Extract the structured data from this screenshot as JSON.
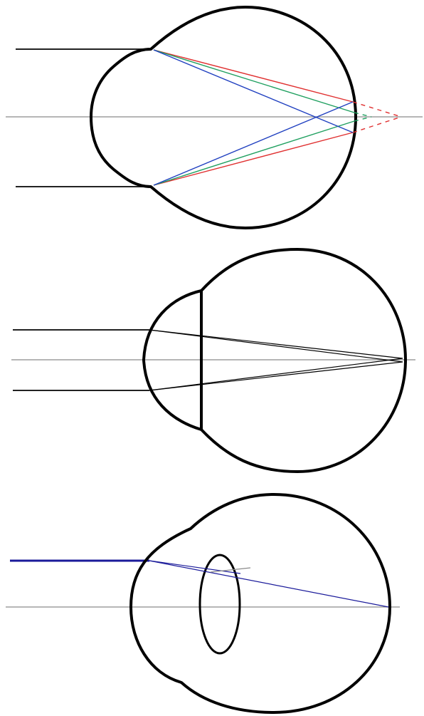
{
  "colors": {
    "outline": "#000000",
    "axis": "#8a8a8a",
    "incoming_ray": "#222222",
    "red_ray": "#e03030",
    "green_ray": "#20a060",
    "blue_ray": "#2040c0",
    "lens_ray": "#1a1a9a"
  },
  "panels": [
    {
      "id": "chromatic-aberration-eye",
      "rays": [
        "red",
        "green",
        "blue"
      ],
      "virtual_foci_dashed": true
    },
    {
      "id": "flat-cornea-eye",
      "rays": [
        "black"
      ]
    },
    {
      "id": "lens-eye",
      "rays": [
        "blue"
      ],
      "has_lens": true
    }
  ]
}
